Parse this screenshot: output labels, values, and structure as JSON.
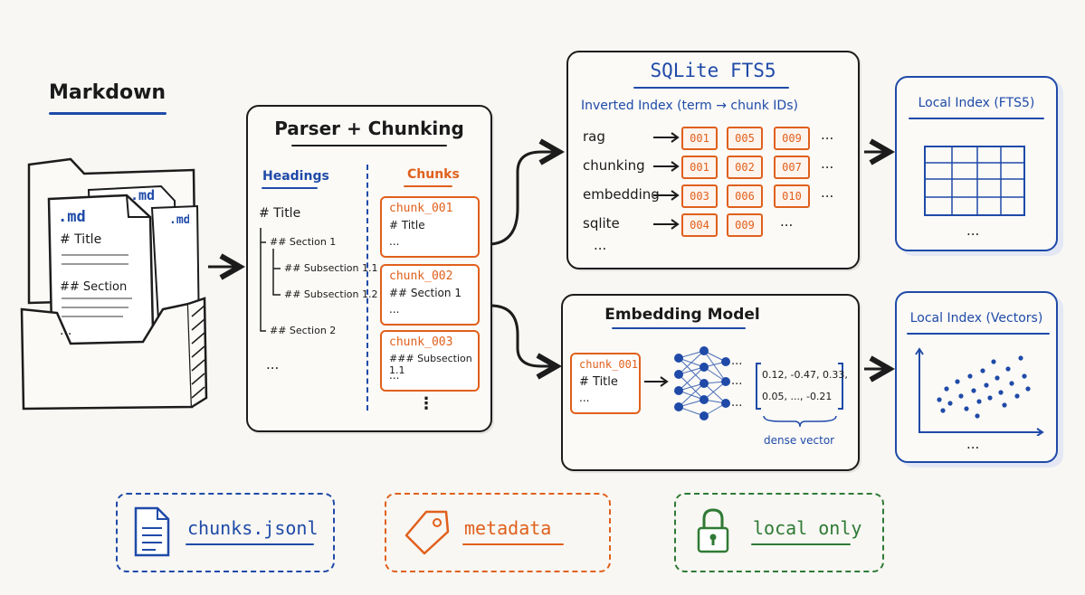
{
  "markdown": {
    "title": "Markdown",
    "file_front_label": ".md",
    "file_back_label": ".md",
    "file_back2_label": ".md",
    "file_line1": "# Title",
    "file_line2": "## Section",
    "file_line3": "..."
  },
  "parser": {
    "title": "Parser + Chunking",
    "headings_label": "Headings",
    "chunks_label": "Chunks",
    "tree": {
      "title": "# Title",
      "section1": "## Section 1",
      "sub11": "## Subsection 1.1",
      "sub12": "## Subsection 1.2",
      "section2": "## Section 2",
      "more": "..."
    },
    "chunks": [
      {
        "name": "chunk_001",
        "line1": "# Title",
        "line2": "..."
      },
      {
        "name": "chunk_002",
        "line1": "## Section 1",
        "line2": "..."
      },
      {
        "name": "chunk_003",
        "line1": "### Subsection 1.1",
        "line2": "..."
      }
    ],
    "chunks_more": "⋮"
  },
  "fts": {
    "title": "SQLite FTS5",
    "subtitle": "Inverted Index (term → chunk IDs)",
    "rows": [
      {
        "term": "rag",
        "ids": [
          "001",
          "005",
          "009"
        ]
      },
      {
        "term": "chunking",
        "ids": [
          "001",
          "002",
          "007"
        ]
      },
      {
        "term": "embedding",
        "ids": [
          "003",
          "006",
          "010"
        ]
      },
      {
        "term": "sqlite",
        "ids": [
          "004",
          "009"
        ]
      }
    ],
    "row_more": "...",
    "terms_more": "..."
  },
  "embedding": {
    "title": "Embedding Model",
    "chunk_name": "chunk_001",
    "chunk_line1": "# Title",
    "chunk_line2": "...",
    "nn_more": "...",
    "vector_line1": "0.12, -0.47, 0.33,",
    "vector_line2": "0.05, ..., -0.21",
    "vector_label": "dense vector"
  },
  "index_fts": {
    "title": "Local Index (FTS5)",
    "more": "..."
  },
  "index_vec": {
    "title": "Local Index (Vectors)",
    "more": "..."
  },
  "legend": {
    "chunks_file": "chunks.jsonl",
    "metadata": "metadata",
    "local": "local only"
  },
  "colors": {
    "blue": "#1f4aa8",
    "orange": "#e0601c",
    "green": "#2f7a35",
    "ink": "#1c1c1c",
    "background": "#f8f7f3"
  }
}
